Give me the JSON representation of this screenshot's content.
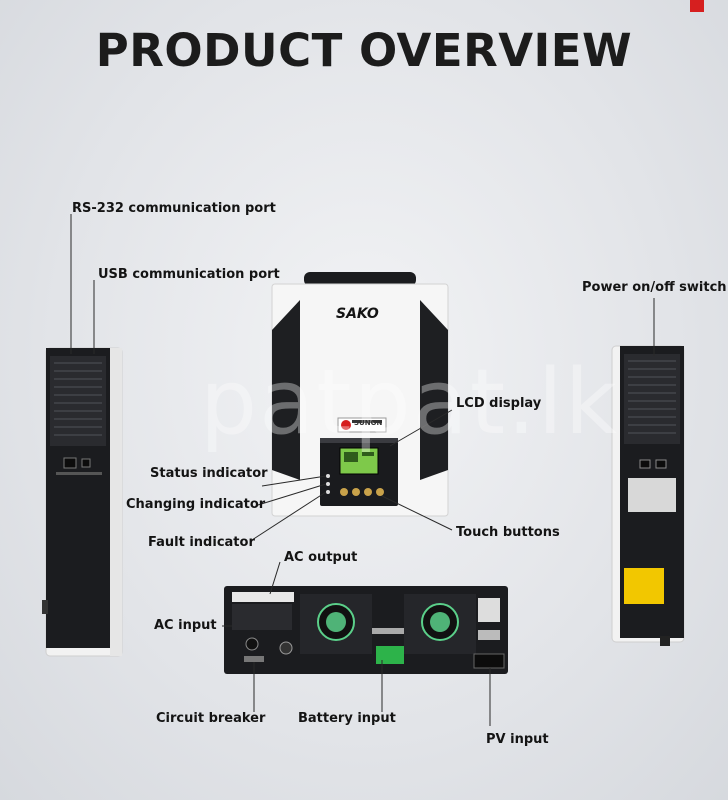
{
  "title": "PRODUCT OVERVIEW",
  "brand": "SAKO",
  "badge": "SUNON",
  "watermark": "patpat.lk",
  "labels": {
    "rs232": "RS-232 communication port",
    "usb": "USB communication port",
    "power_switch": "Power on/off switch",
    "lcd": "LCD display",
    "status": "Status indicator",
    "changing": "Changing indicator",
    "fault": "Fault indicator",
    "touch": "Touch buttons",
    "ac_output": "AC output",
    "ac_input": "AC  input",
    "breaker": "Circuit breaker",
    "battery": "Battery input",
    "pv": "PV input"
  },
  "colors": {
    "accent": "#d61f1f",
    "panel": "#1e1f22",
    "body": "#f4f4f4",
    "lcd": "#7ec94a",
    "button": "#c9a24a",
    "fan": "#5bd08a",
    "terminal": "#2db34a",
    "warning": "#f2c700"
  }
}
